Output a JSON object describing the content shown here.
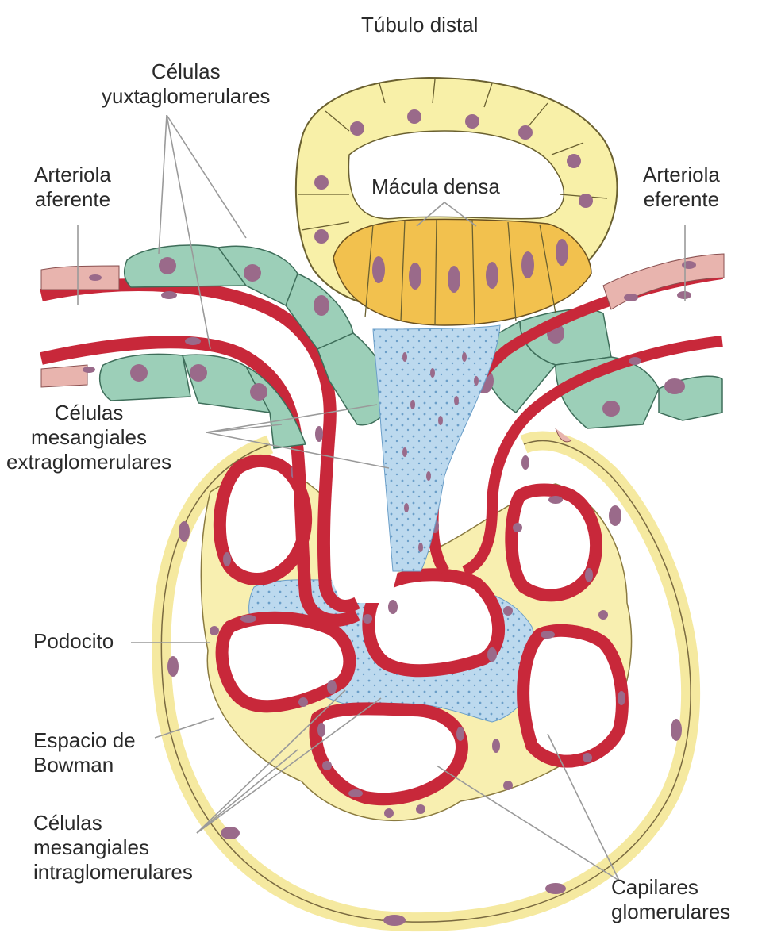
{
  "labels": {
    "tubulo_distal": "Túbulo distal",
    "yuxta_line1": "Células",
    "yuxta_line2": "yuxtaglomerulares",
    "aferente_line1": "Arteriola",
    "aferente_line2": "aferente",
    "macula_densa": "Mácula densa",
    "eferente_line1": "Arteriola",
    "eferente_line2": "eferente",
    "extra_line1": "Células",
    "extra_line2": "mesangiales",
    "extra_line3": "extraglomerulares",
    "podocito": "Podocito",
    "bowman_line1": "Espacio de",
    "bowman_line2": "Bowman",
    "intra_line1": "Células",
    "intra_line2": "mesangiales",
    "intra_line3": "intraglomerulares",
    "capilares_line1": "Capilares",
    "capilares_line2": "glomerulares"
  },
  "colors": {
    "tubule_cell": "#f8f0a8",
    "macula_cell": "#f2c14e",
    "juxtaglomerular_cell": "#9ccfb8",
    "smooth_muscle": "#e8b4ae",
    "vessel_red": "#c8283a",
    "mesangial_blue": "#bcd9ee",
    "nucleus": "#9a6a8a",
    "capsule_yellow": "#f8efb0",
    "leader_line": "#9a9a9a"
  }
}
